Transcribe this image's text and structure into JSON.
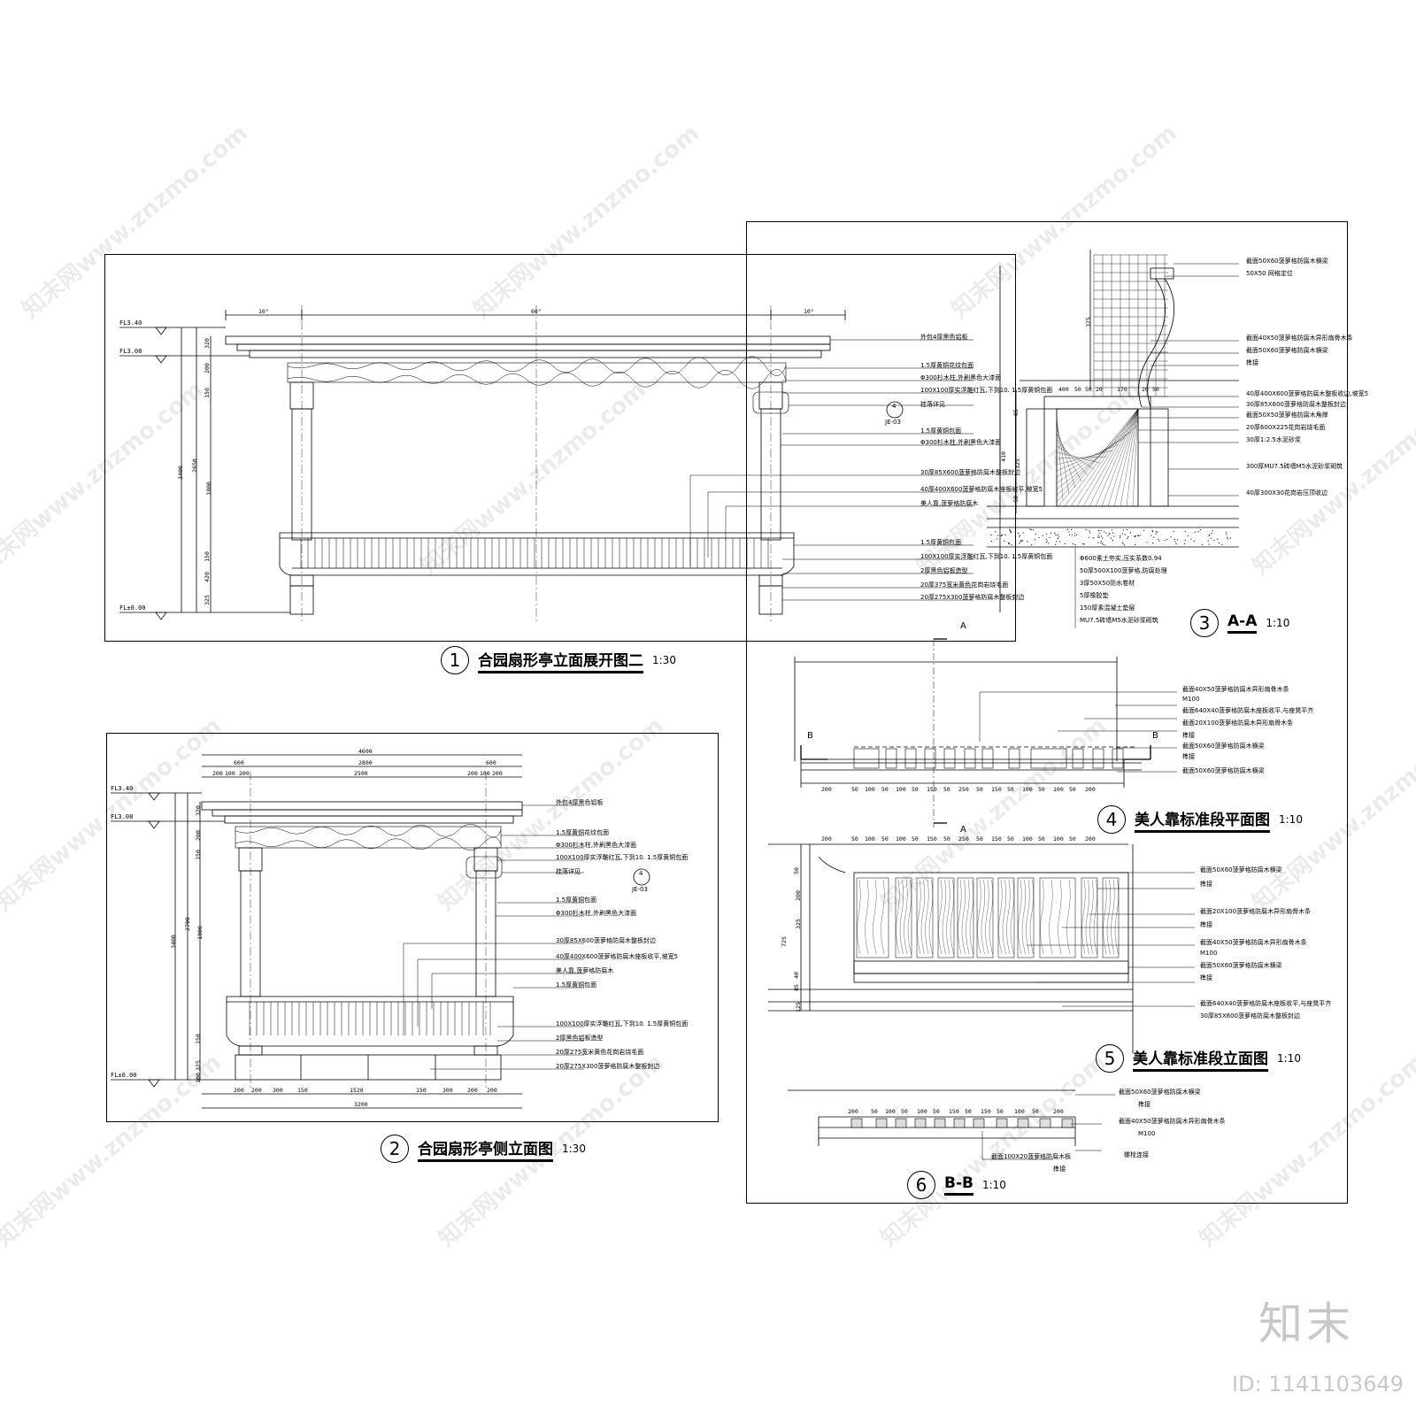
{
  "drawings": {
    "d1": {
      "num": "1",
      "name": "合园扇形亭立面展开图二",
      "scale": "1:30"
    },
    "d2": {
      "num": "2",
      "name": "合园扇形亭侧立面图",
      "scale": "1:30"
    },
    "d3": {
      "num": "3",
      "name": "A-A",
      "scale": "1:10"
    },
    "d4": {
      "num": "4",
      "name": "美人靠标准段平面图",
      "scale": "1:10"
    },
    "d5": {
      "num": "5",
      "name": "美人靠标准段立面图",
      "scale": "1:10"
    },
    "d6": {
      "num": "6",
      "name": "B-B",
      "scale": "1:10"
    }
  },
  "levels": {
    "fl340": "FL3.40",
    "fl308": "FL3.08",
    "fl000": "FL±0.00",
    "fl000b": "FL±0.00"
  },
  "d1_notes": [
    "外包4厚黑色铝板",
    "1.5厚黄铜花纹包面",
    "Φ300杉木柱,外刷黑色大漆面",
    "100X100厚实浮雕红瓦,下到10. 1.5厚黄铜包面",
    "挂落详见",
    "1.5厚黄铜包面",
    "Φ300杉木柱,外刷黑色大漆面",
    "30厚85X600菠萝格防腐木整板封边",
    "40厚400X600菠萝格防腐木座板收平,坡宽5",
    "美人靠,菠萝格防腐木",
    "1.5厚黄铜包面",
    "100X100厚实浮雕红瓦,下到10. 1.5厚黄铜包面",
    "2厚黑色铝板造型",
    "20厚375宽米黄色花岗岩烧毛面",
    "20厚275X300菠萝格防腐木整板封边"
  ],
  "d2_notes": [
    "外包4厚黑色铝板",
    "1.5厚黄铜花纹包面",
    "Φ300杉木柱,外刷黑色大漆面",
    "100X100厚实浮雕红瓦,下到10. 1.5厚黄铜包面",
    "挂落详见",
    "1.5厚黄铜包面",
    "Φ300杉木柱,外刷黑色大漆面",
    "30厚85X600菠萝格防腐木整板封边",
    "40厚400X600菠萝格防腐木座板收平,坡宽5",
    "美人靠,菠萝格防腐木",
    "1.5厚黄铜包面",
    "100X100厚实浮雕红瓦,下到10. 1.5厚黄铜包面",
    "2厚黑色铝板造型",
    "20厚275宽米黄色花岗岩烧毛面",
    "20厚275X300菠萝格防腐木整板封边"
  ],
  "d3_notes": [
    "截面50X60菠萝格防腐木横梁",
    "50X50 网格定位",
    "截面40X50菠萝格防腐木异形扇骨木条",
    "截面50X60菠萝格防腐木横梁",
    "榫接",
    "40厚400X600菠萝格防腐木整板收边,坡宽5",
    "30厚85X600菠萝格防腐木整板封边",
    "截面50X50菠萝格防腐木角撑",
    "20厚600X225花岗岩烧毛面",
    "30厚1:2.5水泥砂浆",
    "300厚MU7.5砖墙M5水泥砂浆砌筑",
    "40厚300X30花岗岩压顶收边"
  ],
  "d3_foot": [
    "Φ600素土夯实,压实系数0.94",
    "50厚500X100菠萝格,防腐处理",
    "3厚50X50防水卷材",
    "5厚橡胶垫",
    "150厚素混凝土垫层",
    "MU7.5砖墙M5水泥砂浆砌筑"
  ],
  "d4_notes": [
    "截面40X50菠萝格防腐木异形扇骨木条",
    "M100",
    "截面640X40菠萝格防腐木座板收平,与座凳平齐",
    "截面20X100菠萝格防腐木异形扇骨木条",
    "榫接",
    "截面50X60菠萝格防腐木横梁",
    "榫接",
    "截面50X60菠萝格防腐木横梁"
  ],
  "d5_notes": [
    "截面50X60菠萝格防腐木横梁",
    "榫接",
    "截面20X100菠萝格防腐木异形扇骨木条",
    "榫接",
    "截面40X50菠萝格防腐木异形扇骨木条",
    "M100",
    "截面50X60菠萝格防腐木横梁",
    "榫接",
    "截面640X40菠萝格防腐木座板收平,与座凳平齐",
    "30厚85X600菠萝格防腐木整板封边"
  ],
  "d6_notes": [
    "截面50X60菠萝格防腐木横梁",
    "榫接",
    "截面40X50菠萝格防腐木异形扇骨木条",
    "M100",
    "截面100X20菠萝格防腐木板",
    "螺栓连接",
    "榫接"
  ],
  "section_marks": {
    "a_top": "A",
    "a_bottom": "A",
    "b_left": "B",
    "b_right": "B"
  },
  "detail_callouts": {
    "d1_num": "4",
    "d1_ref": "JE-03",
    "d2_num": "4",
    "d2_ref": "JE-03"
  },
  "dims": {
    "d1_top": [
      "10°",
      "60°",
      "10°"
    ],
    "d1_left": [
      "320",
      "200",
      "150",
      "2650",
      "1800",
      "3400",
      "150",
      "420",
      "325"
    ],
    "d2_top": [
      "4600",
      "600",
      "2800",
      "600",
      "200",
      "100",
      "200",
      "2500",
      "200",
      "100",
      "200"
    ],
    "d2_bottom": [
      "200",
      "200",
      "300",
      "150",
      "1520",
      "150",
      "300",
      "200",
      "200",
      "3200"
    ],
    "d2_left": [
      "320",
      "200",
      "150",
      "2700",
      "1800",
      "3400",
      "150",
      "325",
      "100"
    ],
    "d4_bottom": [
      "200",
      "50",
      "100",
      "50",
      "100",
      "50",
      "150",
      "50",
      "250",
      "50",
      "150",
      "50",
      "100",
      "50",
      "100",
      "50",
      "200"
    ],
    "d5_top": [
      "200",
      "50",
      "100",
      "50",
      "100",
      "50",
      "150",
      "50",
      "250",
      "50",
      "150",
      "50",
      "100",
      "50",
      "100",
      "50",
      "200"
    ],
    "d5_left": [
      "50",
      "200",
      "325",
      "725",
      "40",
      "85",
      "125"
    ],
    "d6_top": [
      "200",
      "50",
      "100",
      "50",
      "100",
      "50",
      "150",
      "50",
      "150",
      "50",
      "100",
      "50",
      "200"
    ],
    "d3_top": [
      "400",
      "50",
      "50",
      "20",
      "170",
      "20",
      "50"
    ],
    "d3_left": [
      "375",
      "85",
      "325",
      "410",
      "50"
    ]
  },
  "watermark": {
    "text": "知末网www.znzmo.com"
  },
  "brand": {
    "logo": "知末",
    "id": "ID: 1141103649"
  }
}
